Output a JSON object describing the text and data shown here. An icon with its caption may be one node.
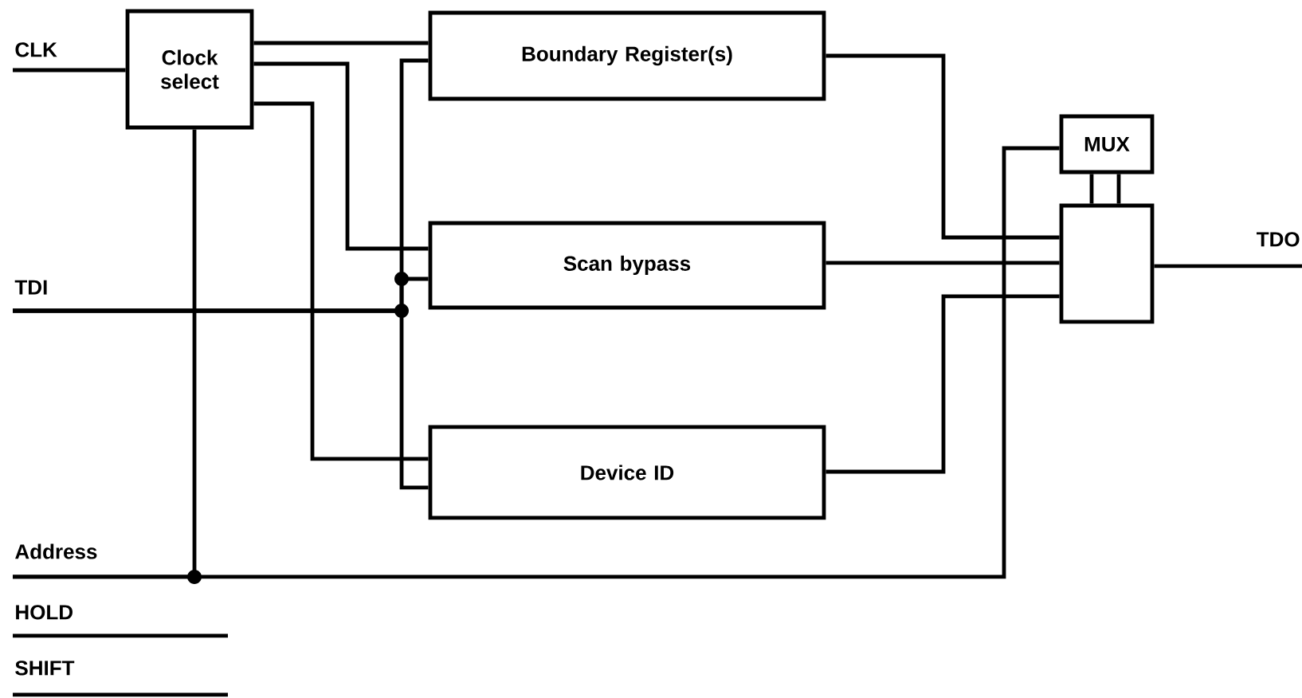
{
  "diagram": {
    "nodes": [
      {
        "text": [
          "CLK"
        ]
      },
      {
        "text": [
          "Clock select"
        ]
      },
      {
        "text": [
          "Boundary Register(s)"
        ]
      },
      {
        "text": [
          "Scan bypass"
        ]
      },
      {
        "text": [
          "Device ID"
        ]
      },
      {
        "text": [
          "MUX"
        ]
      },
      {
        "text": [],
        "shape": "box"
      },
      {
        "text": [
          "TDI"
        ]
      },
      {
        "text": [
          "TDO"
        ]
      },
      {
        "text": [
          "Address"
        ]
      }
    ],
    "edges": [
      {
        "from": 0,
        "to": 1,
        "arrow": "none"
      },
      {
        "from": 1,
        "to": 2,
        "arrow": "none"
      },
      {
        "from": 1,
        "to": 3,
        "arrow": "none"
      },
      {
        "from": 1,
        "to": 4,
        "arrow": "none"
      },
      {
        "from": 7,
        "to": 2,
        "arrow": "none"
      },
      {
        "from": 7,
        "to": 3,
        "arrow": "none"
      },
      {
        "from": 7,
        "to": 4,
        "arrow": "none"
      },
      {
        "from": 9,
        "to": 1,
        "arrow": "none"
      },
      {
        "from": 9,
        "to": 5,
        "arrow": "none"
      },
      {
        "from": 2,
        "to": 6,
        "arrow": "none"
      },
      {
        "from": 3,
        "to": 6,
        "arrow": "none"
      },
      {
        "from": 4,
        "to": 6,
        "arrow": "none"
      },
      {
        "from": 5,
        "to": 6,
        "arrow": "none"
      },
      {
        "from": 5,
        "to": 6,
        "arrow": "none"
      },
      {
        "from": 6,
        "to": 8,
        "arrow": "none"
      }
    ],
    "labels": [
      "HOLD",
      "SHIFT"
    ]
  }
}
